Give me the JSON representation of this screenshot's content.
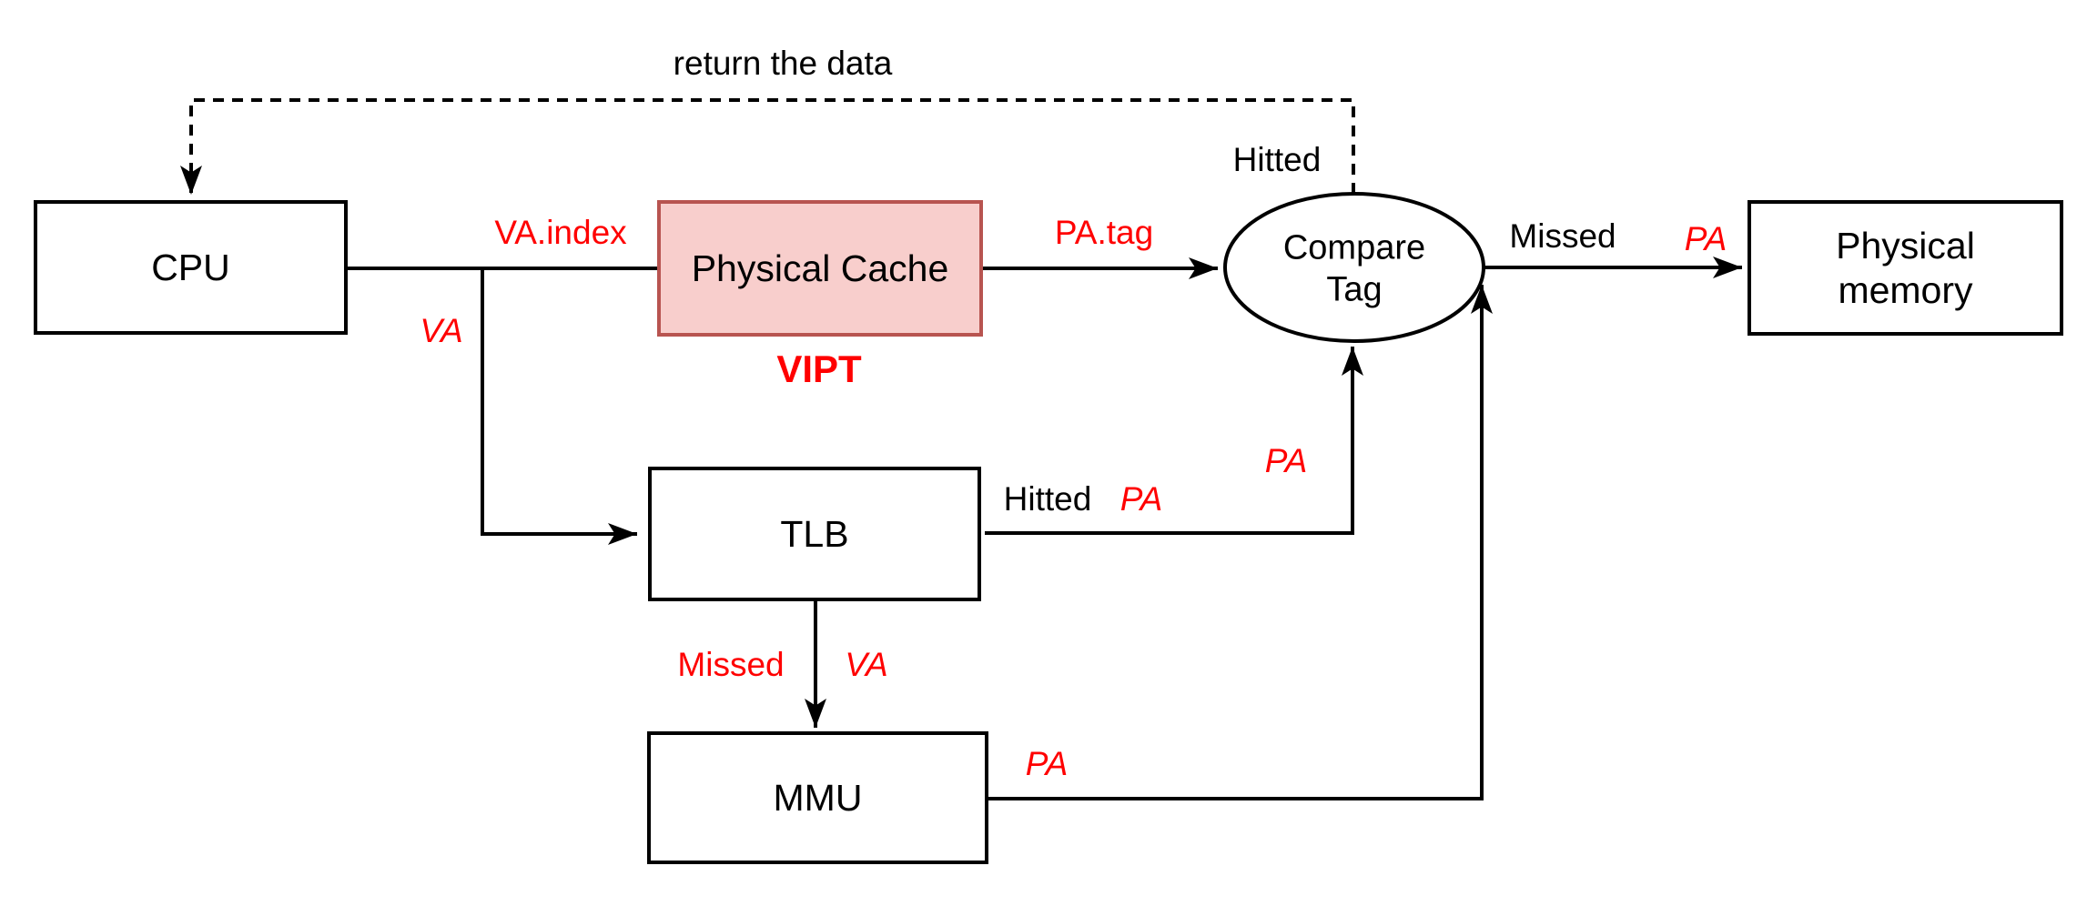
{
  "nodes": {
    "cpu": "CPU",
    "physical_cache": "Physical Cache",
    "compare_tag": "Compare Tag",
    "physical_memory": "Physical memory",
    "tlb": "TLB",
    "mmu": "MMU"
  },
  "labels": {
    "return_the_data": "return the data",
    "hitted_cache": "Hitted",
    "va_index": "VA.index",
    "va": "VA",
    "pa_tag": "PA.tag",
    "missed_cache": "Missed",
    "pa_to_memory": "PA",
    "tlb_hitted": "Hitted",
    "tlb_hitted_pa": "PA",
    "pa_to_compare": "PA",
    "tlb_missed": "Missed",
    "va_to_mmu": "VA",
    "mmu_pa": "PA",
    "vipt": "VIPT"
  },
  "colors": {
    "label_red": "#ff0000",
    "line_black": "#000000",
    "cache_fill": "#f8cecc",
    "cache_stroke": "#b85450",
    "background": "#ffffff"
  }
}
